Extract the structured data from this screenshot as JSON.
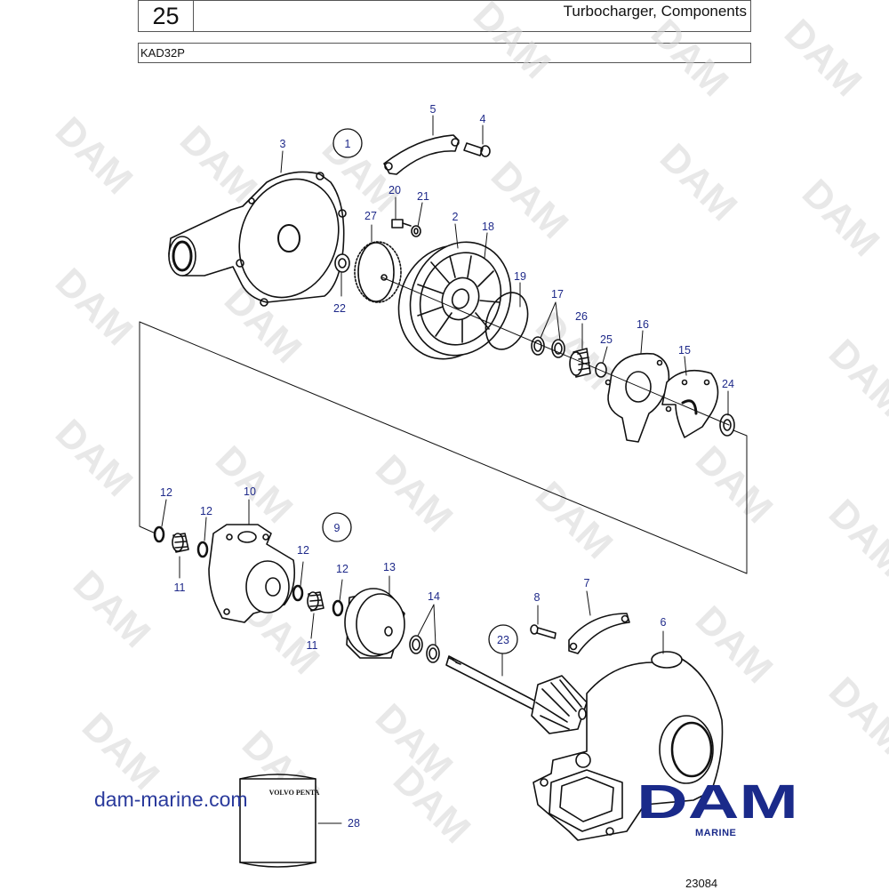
{
  "header": {
    "page_number": "25",
    "title": "Turbocharger, Components",
    "model": "KAD32P"
  },
  "callouts": {
    "c1": "1",
    "c2": "2",
    "c3": "3",
    "c4": "4",
    "c5": "5",
    "c6": "6",
    "c7": "7",
    "c8": "8",
    "c9": "9",
    "c10": "10",
    "c11a": "11",
    "c11b": "11",
    "c12a": "12",
    "c12b": "12",
    "c12c": "12",
    "c12d": "12",
    "c13": "13",
    "c14": "14",
    "c15": "15",
    "c16": "16",
    "c17": "17",
    "c18": "18",
    "c19": "19",
    "c20": "20",
    "c21": "21",
    "c22": "22",
    "c23": "23",
    "c24": "24",
    "c25": "25",
    "c26": "26",
    "c27": "27",
    "c28": "28"
  },
  "watermark": "DAM",
  "website": "dam-marine.com",
  "logo": {
    "name": "DAM",
    "sub": "MARINE",
    "color": "#1a2a8a"
  },
  "box_brand": "VOLVO PENTA",
  "reference_number": "23084"
}
